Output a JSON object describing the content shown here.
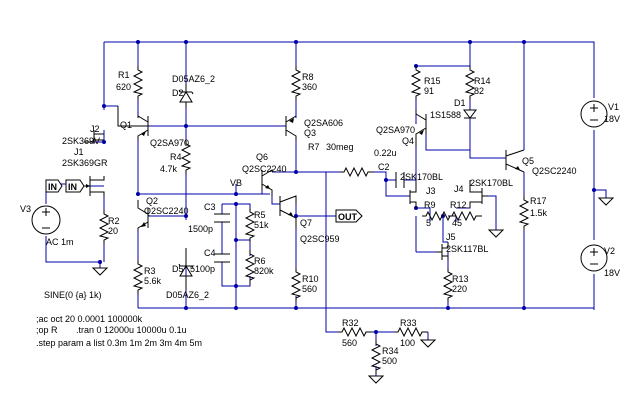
{
  "components": {
    "R1": {
      "ref": "R1",
      "value": "620"
    },
    "D2": {
      "ref": "D2",
      "value": "D05AZ6_2"
    },
    "R8": {
      "ref": "R8",
      "value": "360"
    },
    "R15": {
      "ref": "R15",
      "value": "91"
    },
    "R14": {
      "ref": "R14",
      "value": "82"
    },
    "D1": {
      "ref": "D1",
      "value": "1S1588"
    },
    "V1": {
      "ref": "V1",
      "value": "18V"
    },
    "J2": {
      "ref": "J2",
      "value": "2SK369V"
    },
    "J1": {
      "ref": "J1",
      "value": "2SK369GR"
    },
    "Q1": {
      "ref": "Q1",
      "value": "Q2SA970"
    },
    "R4": {
      "ref": "R4",
      "value": "4.7k"
    },
    "Q3": {
      "ref": "Q3",
      "value": "Q2SA606"
    },
    "Q4": {
      "ref": "Q4",
      "value": "Q2SA970"
    },
    "R7": {
      "ref": "R7",
      "value": "30meg"
    },
    "C2": {
      "ref": "C2",
      "value": "0.22u"
    },
    "Q6": {
      "ref": "Q6",
      "value": "Q2SC2240"
    },
    "Q5": {
      "ref": "Q5",
      "value": "Q2SC2240"
    },
    "J3": {
      "ref": "J3",
      "value": "2SK170BL"
    },
    "J4": {
      "ref": "J4",
      "value": "2SK170BL"
    },
    "Q2": {
      "ref": "Q2",
      "value": "Q2SC2240"
    },
    "C3": {
      "ref": "C3",
      "value": "1500p"
    },
    "R5": {
      "ref": "R5",
      "value": "51k"
    },
    "Q7": {
      "ref": "Q7",
      "value": "Q2SC959"
    },
    "R9": {
      "ref": "R9",
      "value": "5"
    },
    "R12": {
      "ref": "R12",
      "value": "45"
    },
    "R17": {
      "ref": "R17",
      "value": "1.5k"
    },
    "R2": {
      "ref": "R2",
      "value": "20"
    },
    "V3": {
      "ref": "V3",
      "value": "AC 1m"
    },
    "C4": {
      "ref": "C4",
      "value": "5100p"
    },
    "R6": {
      "ref": "R6",
      "value": "820k"
    },
    "J5": {
      "ref": "J5",
      "value": "2SK117BL"
    },
    "R3": {
      "ref": "R3",
      "value": "5.6k"
    },
    "D5": {
      "ref": "D5",
      "value": "D05AZ6_2"
    },
    "R10": {
      "ref": "R10",
      "value": "560"
    },
    "R13": {
      "ref": "R13",
      "value": "220"
    },
    "V2": {
      "ref": "V2",
      "value": "18V"
    },
    "R32": {
      "ref": "R32",
      "value": "560"
    },
    "R33": {
      "ref": "R33",
      "value": "100"
    },
    "R34": {
      "ref": "R34",
      "value": "500"
    }
  },
  "nets": {
    "in_left": "IN",
    "in_right": "IN",
    "out": "OUT",
    "vb": "VB"
  },
  "sources": {
    "v3_function": "SINE(0 {a} 1k)"
  },
  "directives": [
    ";ac oct 20 0.0001 100000k",
    ";op R",
    ".tran 0 12000u 10000u 0.1u",
    ".step param a list 0.3m 1m 2m 3m 4m 5m"
  ]
}
